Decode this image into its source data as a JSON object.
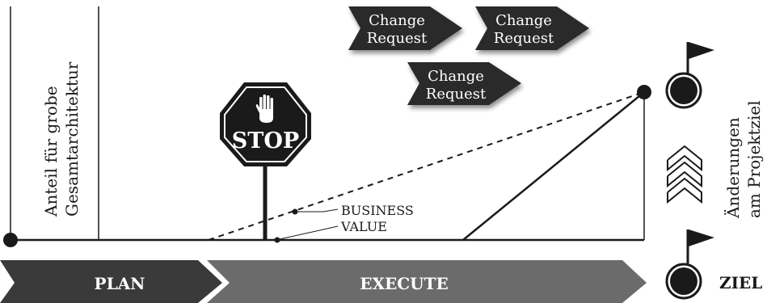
{
  "left_label": {
    "line1": "Anteil für grobe",
    "line2": "Gesamtarchitektur"
  },
  "stop_sign": {
    "text": "STOP",
    "icon": "raised-hand-icon"
  },
  "business_value": {
    "line1": "BUSINESS",
    "line2": "VALUE"
  },
  "change_requests": [
    {
      "line1": "Change",
      "line2": "Request"
    },
    {
      "line1": "Change",
      "line2": "Request"
    },
    {
      "line1": "Change",
      "line2": "Request"
    }
  ],
  "right_label": {
    "line1": "Änderungen",
    "line2": "am Projektziel"
  },
  "phases": {
    "plan": "PLAN",
    "execute": "EXECUTE"
  },
  "goal_label": "ZIEL",
  "icons": {
    "goal_flag_top": "flag-ball-icon",
    "goal_flag_bottom": "flag-ball-icon",
    "chevrons": "chevron-up-icon"
  },
  "colors": {
    "dark": "#1a1a1a",
    "plan_arrow": "#3a3a3a",
    "execute_arrow": "#6b6b6b",
    "change_request": "#2a2a2a",
    "text_light": "#ffffff"
  }
}
